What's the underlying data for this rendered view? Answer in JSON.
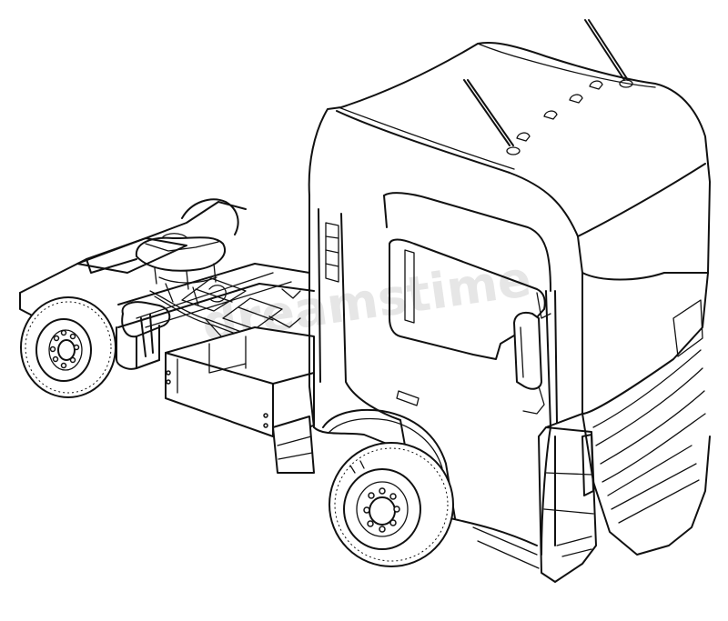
{
  "image": {
    "subject": "semi-truck-tractor-unit",
    "style": "line-art",
    "view": "three-quarter-front-elevated",
    "colors": {
      "line": "#111111",
      "background": "#ffffff",
      "watermark": "#e6e6e6"
    }
  },
  "watermark_text": "dreamstime"
}
